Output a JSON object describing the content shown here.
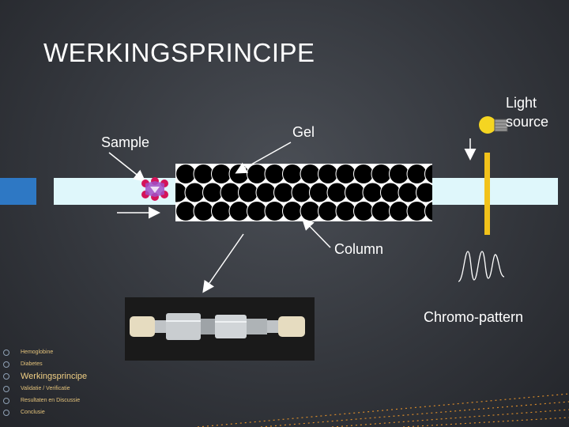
{
  "slide": {
    "title": "WERKINGSPRINCIPE"
  },
  "labels": {
    "sample": "Sample",
    "gel": "Gel",
    "light_source": "Light source",
    "column": "Column",
    "chromo_pattern": "Chromo-pattern"
  },
  "nav": {
    "items": [
      {
        "label": "Hemoglobine",
        "active": false
      },
      {
        "label": "Diabetes",
        "active": false
      },
      {
        "label": "Werkingsprincipe",
        "active": true
      },
      {
        "label": "Validatie / Verificatie",
        "active": false
      },
      {
        "label": "Resultaten en Discussie",
        "active": false
      },
      {
        "label": "Conclusie",
        "active": false
      }
    ]
  },
  "colors": {
    "strip": "#dff7fb",
    "accent_blue": "#2e78c4",
    "light_beam": "#f2c21a",
    "nav_text": "#e3c27a",
    "dotted_line": "#d98b2b"
  }
}
